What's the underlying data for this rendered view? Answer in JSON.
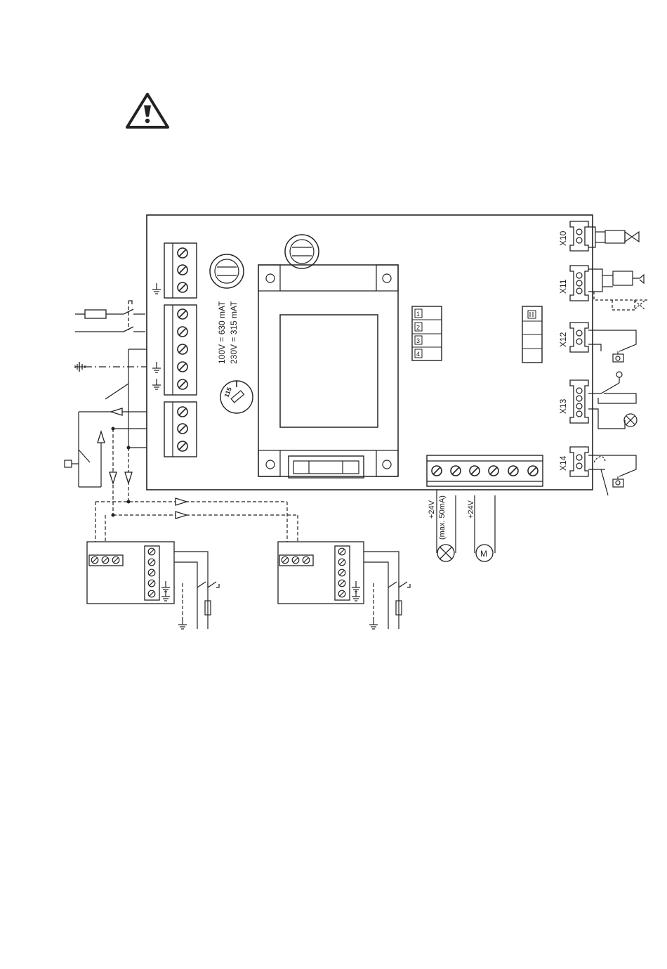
{
  "colors": {
    "line": "#222222",
    "background": "#ffffff"
  },
  "warning": {
    "icon": "warning-triangle-icon"
  },
  "fuse_rating": {
    "line1": "100V = 630 mAT",
    "line2": "230V = 315 mAT"
  },
  "voltage_selector": {
    "label": "115"
  },
  "dip_switches": [
    "1",
    "2",
    "3",
    "4"
  ],
  "connectors": [
    "X10",
    "X11",
    "X12",
    "X13",
    "X14"
  ],
  "outputs": {
    "lamp_label_1": "+24V",
    "lamp_label_2": "(max. 50mA)",
    "motor_label": "+24V",
    "motor_symbol": "M"
  }
}
